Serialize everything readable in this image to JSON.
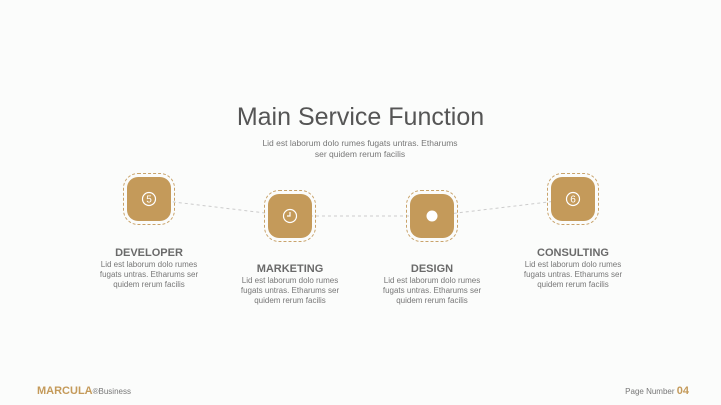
{
  "title": "Main Service Function",
  "subtitle": "Lid est laborum dolo rumes fugats untras. Etharums ser quidem rerum facilis",
  "accent": "#c49a5a",
  "items": [
    {
      "title": "DEVELOPER",
      "text": "Lid est laborum dolo rumes fugats untras. Etharums ser quidem rerum facilis",
      "icon": "dollar-circle-icon"
    },
    {
      "title": "MARKETING",
      "text": "Lid est laborum dolo rumes fugats untras. Etharums ser quidem rerum facilis",
      "icon": "clock-icon"
    },
    {
      "title": "DESIGN",
      "text": "Lid est laborum dolo rumes fugats untras. Etharums ser quidem rerum facilis",
      "icon": "dot-icon"
    },
    {
      "title": "CONSULTING",
      "text": "Lid est laborum dolo rumes fugats untras. Etharums ser quidem rerum facilis",
      "icon": "number-circle-icon"
    }
  ],
  "footer": {
    "brand": "MARCULA",
    "brand_suffix": "®Business",
    "page_label": "Page Number",
    "page_number": "04"
  }
}
